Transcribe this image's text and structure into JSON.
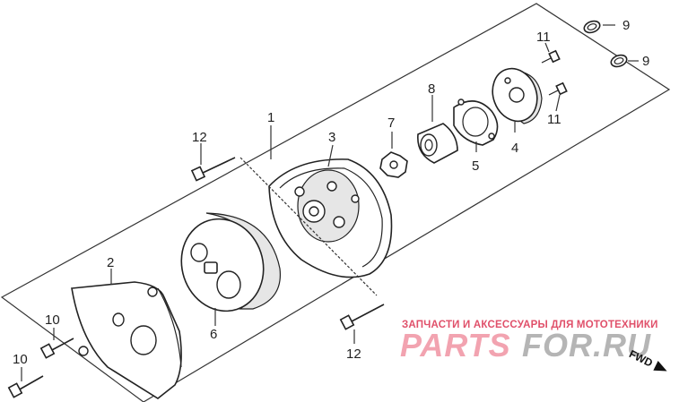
{
  "part_labels": {
    "p1": "1",
    "p2": "2",
    "p3": "3",
    "p4": "4",
    "p5": "5",
    "p6": "6",
    "p7": "7",
    "p8": "8",
    "p9a": "9",
    "p9b": "9",
    "p10a": "10",
    "p10b": "10",
    "p11a": "11",
    "p11b": "11",
    "p12a": "12",
    "p12b": "12"
  },
  "watermark": {
    "subtitle": "ЗАПЧАСТИ И АКСЕССУАРЫ ДЛЯ МОТОТЕХНИКИ",
    "brand_left": "PARTS",
    "brand_right": "FOR.RU",
    "brand_left_color": "#f2a3b0",
    "brand_right_color": "#b5b5b5"
  },
  "direction": {
    "label": "FWD"
  }
}
